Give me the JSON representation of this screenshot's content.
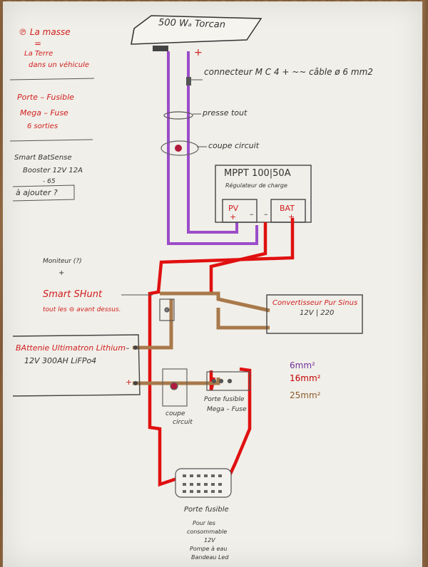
{
  "notes": {
    "ground_title": "℗ La masse",
    "ground_eq": "=",
    "ground_l1": "La Terre",
    "ground_l2": "dans un véhicule",
    "fuse_l1": "Porte – Fusible",
    "fuse_l2": "Mega – Fuse",
    "fuse_l3": "6 sorties",
    "smart_l1": "Smart BatSense",
    "smart_l2": "Booster 12V 12A",
    "smart_l3": "- 65",
    "smart_l4": "à ajouter ?"
  },
  "panel": {
    "label": "500 Wₐ Torcan",
    "plus": "+"
  },
  "labels": {
    "mc4": "connecteur M C 4 + ~~ câble ø 6 mm2",
    "presse": "presse tout",
    "coupe1": "coupe circuit",
    "mppt_title": "MPPT 100|50A",
    "mppt_sub": "Régulateur de charge",
    "pv": "PV",
    "bat": "BAT",
    "plus": "+",
    "minus": "–",
    "monitor": "Moniteur (?)",
    "monitor_plus": "+",
    "shunt": "Smart SHunt",
    "shunt_sub": "tout les ⊖ avant dessus.",
    "converter_l1": "Convertisseur Pur Sinus",
    "converter_l2": "12V | 220",
    "battery_l1": "BAttenie Ultimatron Lithium",
    "battery_l2": "12V  300AH  LiFPo4",
    "bat_minus": "–",
    "bat_plus": "+",
    "coupe2_l1": "coupe",
    "coupe2_l2": "circuit",
    "megafuse_l1": "Porte fusible",
    "megafuse_l2": "Mega – Fuse",
    "fusebox_title": "Porte fusible",
    "fusebox_l1": "Pour les",
    "fusebox_l2": "consommable",
    "fusebox_l3": "12V",
    "fusebox_l4": "Pompe à eau",
    "fusebox_l5": "Bandeau Led"
  },
  "legend": [
    {
      "text": "6mm²",
      "color": "#7030a0"
    },
    {
      "text": "16mm²",
      "color": "#c00000"
    },
    {
      "text": "25mm²",
      "color": "#8b5a2b"
    }
  ],
  "wire_colors": {
    "purple": "#9b4dc9",
    "red": "#e01010",
    "brown": "#a8794a"
  }
}
